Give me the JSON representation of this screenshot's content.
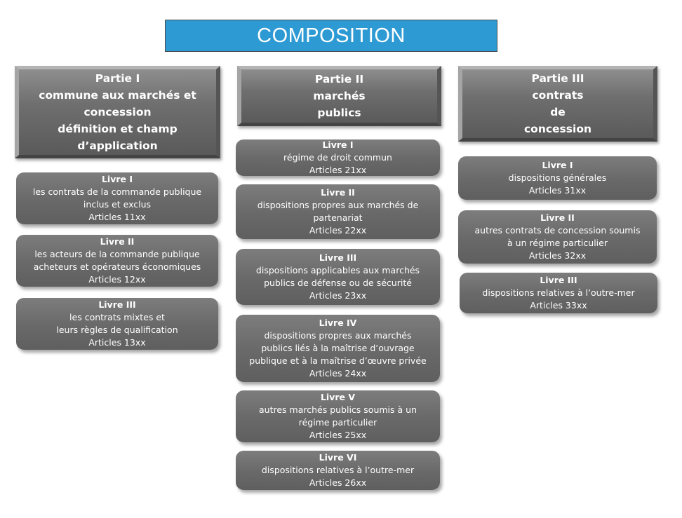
{
  "title": "COMPOSITION",
  "columns": [
    {
      "heading": [
        "Partie I",
        "commune aux marchés et",
        "concession",
        "définition et champ",
        "d’application"
      ],
      "books": [
        {
          "title": "Livre I",
          "lines": [
            "les contrats de la commande publique",
            "inclus et exclus",
            "Articles 11xx"
          ]
        },
        {
          "title": "Livre II",
          "lines": [
            "les acteurs de la commande publique",
            "acheteurs et opérateurs économiques",
            "Articles 12xx"
          ]
        },
        {
          "title": "Livre III",
          "lines": [
            "les contrats mixtes et",
            "leurs règles de qualification",
            "Articles 13xx"
          ]
        }
      ]
    },
    {
      "heading": [
        "Partie II",
        "marchés",
        "publics"
      ],
      "books": [
        {
          "title": "Livre I",
          "lines": [
            "régime de droit commun",
            "Articles 21xx"
          ]
        },
        {
          "title": "Livre II",
          "lines": [
            "dispositions propres aux marchés de",
            "partenariat",
            "Articles 22xx"
          ]
        },
        {
          "title": "Livre III",
          "lines": [
            "dispositions applicables aux marchés",
            "publics de défense ou de sécurité",
            "Articles 23xx"
          ]
        },
        {
          "title": "Livre IV",
          "lines": [
            "dispositions propres aux marchés",
            "publics liés à la maîtrise d’ouvrage",
            "publique et à la maîtrise d’œuvre privée",
            "Articles 24xx"
          ]
        },
        {
          "title": "Livre V",
          "lines": [
            "autres marchés publics soumis à un",
            "régime particulier",
            "Articles 25xx"
          ]
        },
        {
          "title": "Livre VI",
          "lines": [
            "dispositions relatives à l’outre-mer",
            "Articles 26xx"
          ]
        }
      ]
    },
    {
      "heading": [
        "Partie III",
        "contrats",
        "de",
        "concession"
      ],
      "books": [
        {
          "title": "Livre I",
          "lines": [
            "dispositions générales",
            "Articles 31xx"
          ]
        },
        {
          "title": "Livre II",
          "lines": [
            "autres contrats de concession soumis",
            "à un régime particulier",
            "Articles 32xx"
          ]
        },
        {
          "title": "Livre III",
          "lines": [
            "dispositions relatives à l’outre-mer",
            "Articles 33xx"
          ]
        }
      ]
    }
  ]
}
